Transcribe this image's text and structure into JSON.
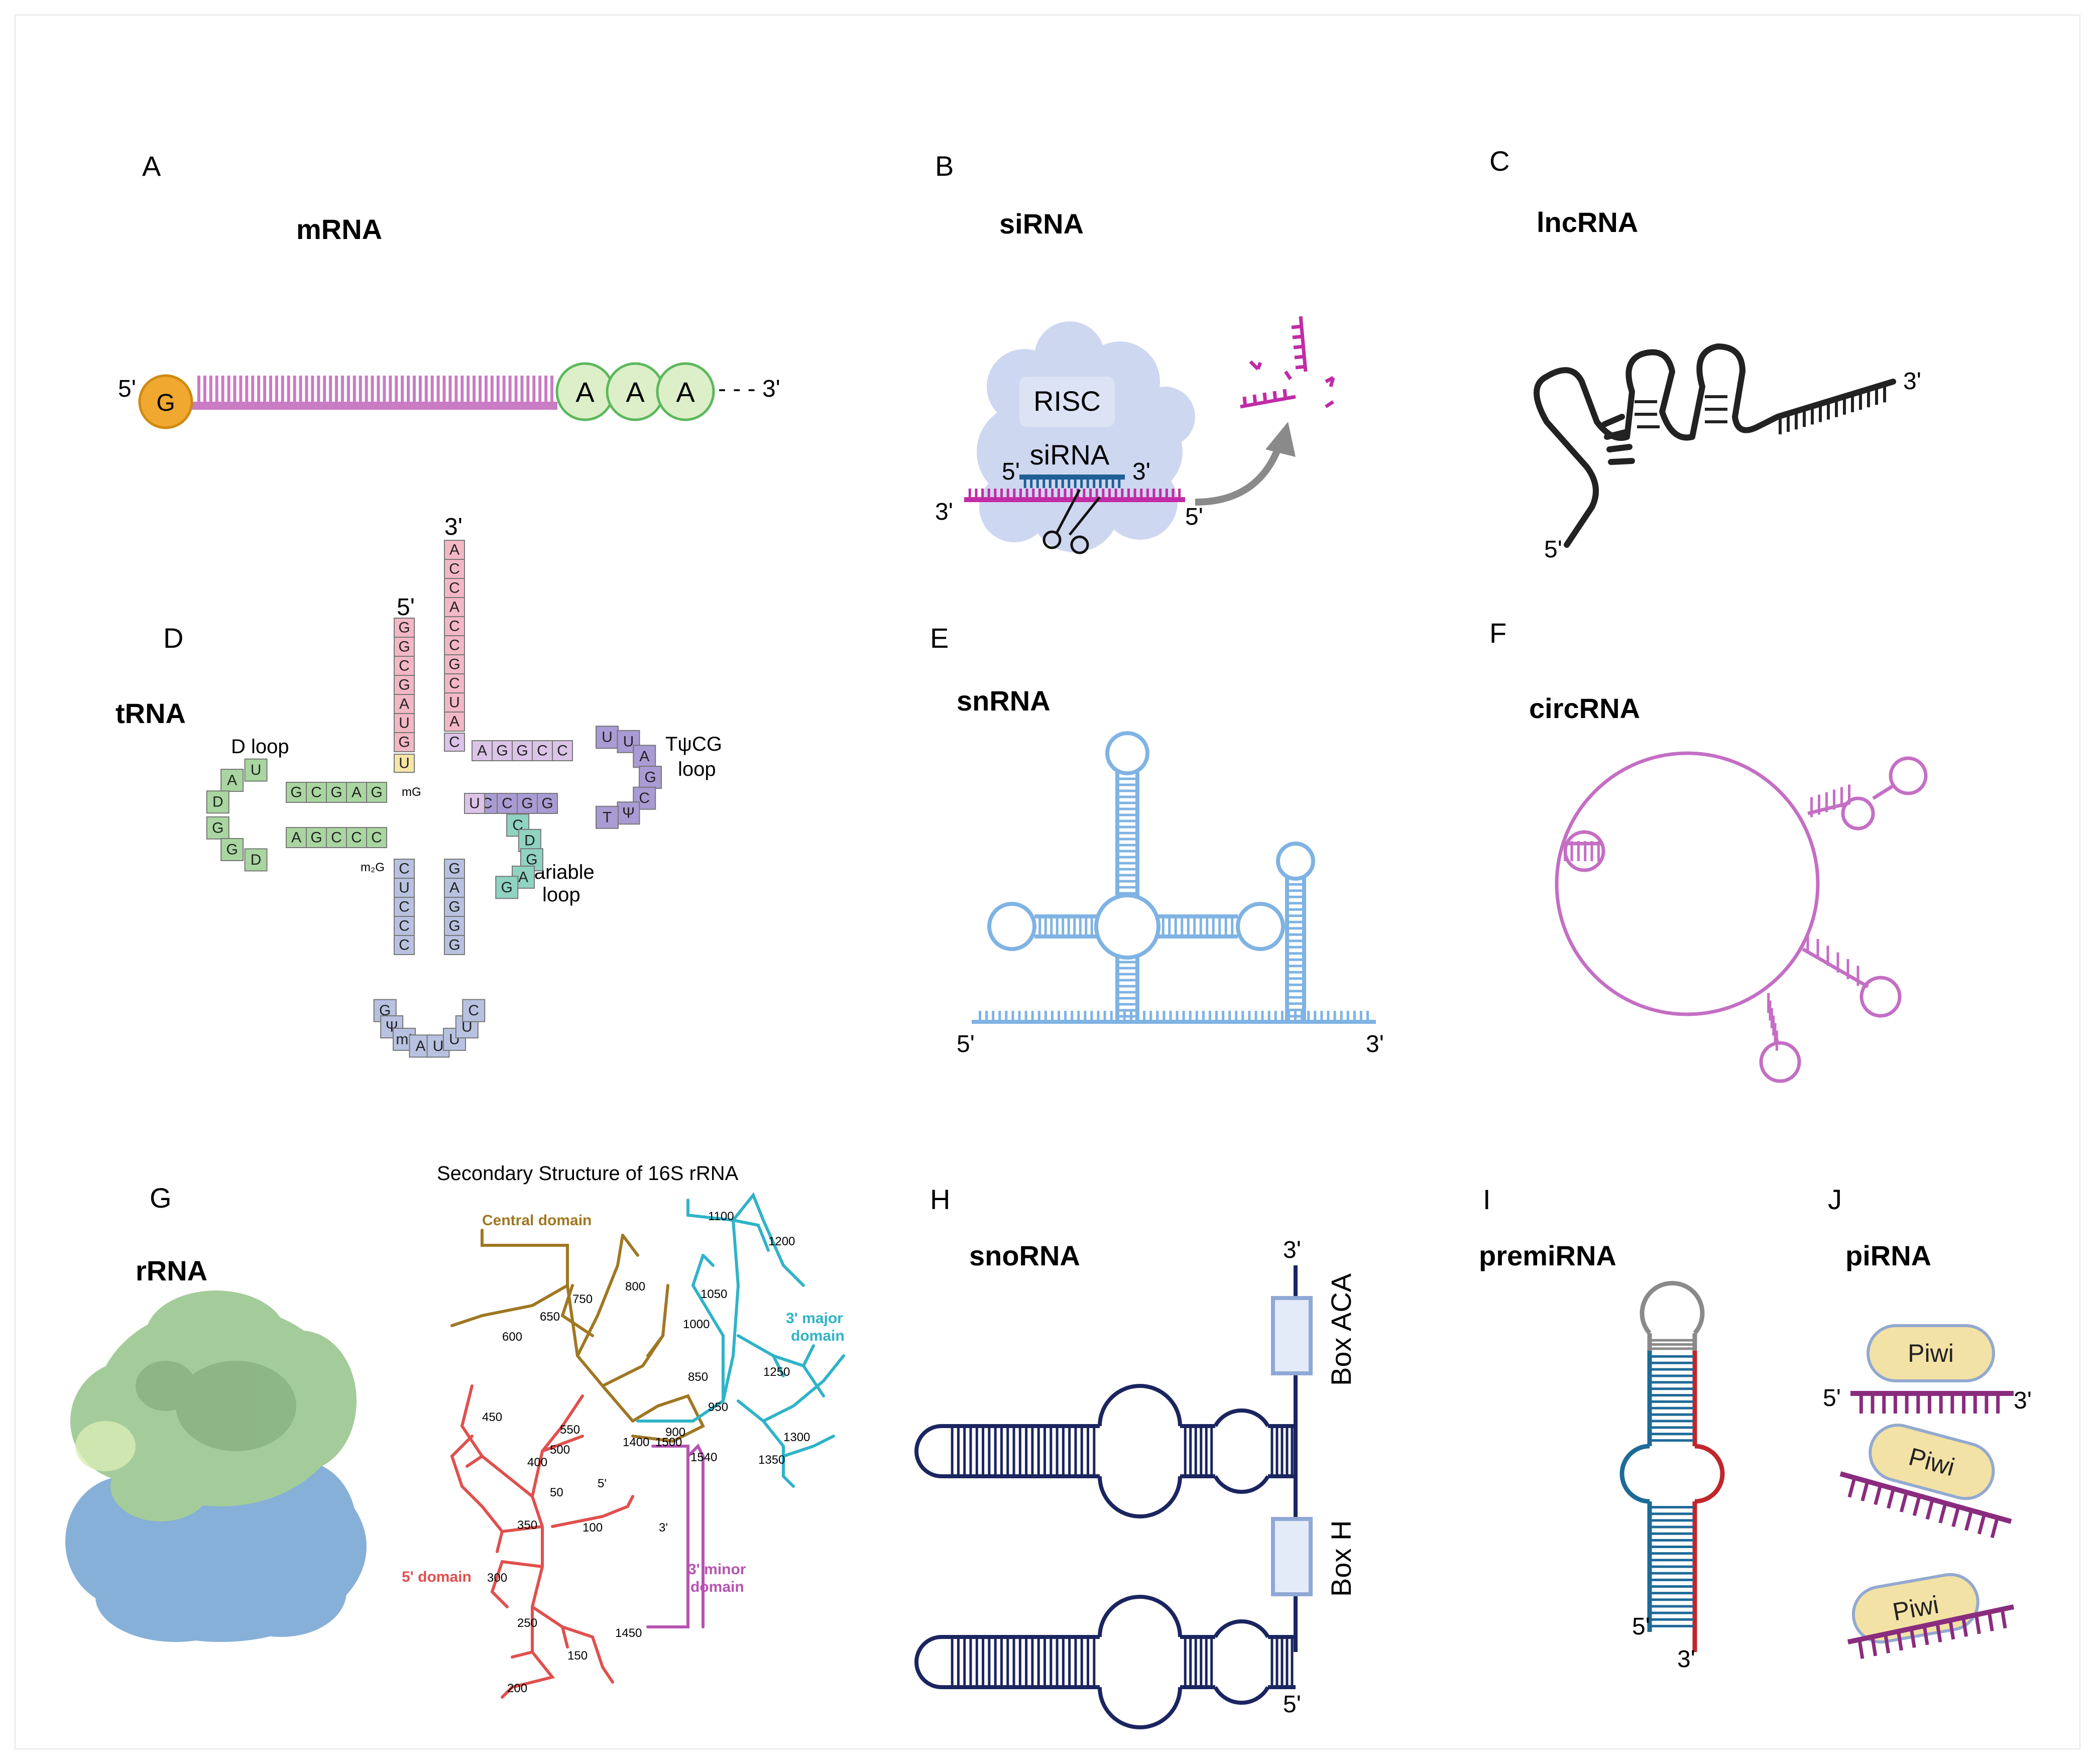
{
  "panels": {
    "A": {
      "letter": "A",
      "title": "mRNA",
      "five": "5'",
      "three": "- - -  3'",
      "cap": "G",
      "polyA": [
        "A",
        "A",
        "A"
      ]
    },
    "B": {
      "letter": "B",
      "title": "siRNA",
      "risc": "RISC",
      "sirna_label": "siRNA",
      "five_top": "5'",
      "three_top": "3'",
      "three_bottom": "3'",
      "five_bottom": "5'"
    },
    "C": {
      "letter": "C",
      "title": "lncRNA",
      "three": "3'",
      "five": "5'"
    },
    "D": {
      "letter": "D",
      "title": "tRNA",
      "three": "3'",
      "five": "5'",
      "d_loop": "D loop",
      "t_loop_1": "TψCG",
      "t_loop_2": "loop",
      "var_loop_1": "Variable",
      "var_loop_2": "loop",
      "mg": "mG",
      "m2g": "m₂G",
      "acceptor_3": [
        "A",
        "C",
        "C",
        "A",
        "C",
        "C",
        "G",
        "C",
        "U",
        "A"
      ],
      "acceptor_5": [
        "G",
        "G",
        "C",
        "G",
        "A",
        "U",
        "G"
      ],
      "d_arm_top": [
        "G",
        "C",
        "G",
        "A",
        "G"
      ],
      "d_arm_bot": [
        "A",
        "G",
        "C",
        "C",
        "C"
      ],
      "d_loop_nt": [
        "U",
        "A",
        "D",
        "G",
        "G",
        "D"
      ],
      "t_arm_top": [
        "A",
        "G",
        "G",
        "C",
        "C"
      ],
      "t_arm_bot": [
        "C",
        "C",
        "G",
        "G"
      ],
      "t_loop_nt": [
        "U",
        "U",
        "A",
        "G",
        "C",
        "Ψ",
        "T"
      ],
      "var_nt": [
        "C",
        "D",
        "G",
        "A",
        "G"
      ],
      "anti_left": [
        "C",
        "U",
        "C",
        "C",
        "C"
      ],
      "anti_right": [
        "G",
        "A",
        "G",
        "G",
        "G"
      ],
      "anti_loop_nt": [
        "C",
        "U",
        "U",
        "U",
        "A",
        "mI",
        "Ψ",
        "G"
      ],
      "extra_u": "U",
      "extra_c": "C",
      "extra_uc": "U"
    },
    "E": {
      "letter": "E",
      "title": "snRNA",
      "five": "5'",
      "three": "3'"
    },
    "F": {
      "letter": "F",
      "title": "circRNA"
    },
    "G": {
      "letter": "G",
      "title": "rRNA",
      "struct_title": "Secondary Structure of 16S rRNA",
      "central": "Central domain",
      "major_1": "3' major",
      "major_2": "domain",
      "five_domain": "5' domain",
      "minor_1": "3' minor",
      "minor_2": "domain",
      "nums": [
        "1100",
        "1200",
        "1050",
        "1000",
        "850",
        "950",
        "1250",
        "1300",
        "1350",
        "800",
        "750",
        "650",
        "600",
        "550",
        "900",
        "1400",
        "1500",
        "1540",
        "450",
        "400",
        "500",
        "50",
        "100",
        "350",
        "300",
        "250",
        "150",
        "200",
        "1450"
      ],
      "five_mark": "5'",
      "three_mark": "3'"
    },
    "H": {
      "letter": "H",
      "title": "snoRNA",
      "three": "3'",
      "five": "5'",
      "box_aca": "Box ACA",
      "box_h": "Box H"
    },
    "I": {
      "letter": "I",
      "title": "premiRNA",
      "five": "5'",
      "three": "3'"
    },
    "J": {
      "letter": "J",
      "title": "piRNA",
      "piwi": [
        "Piwi",
        "Piwi",
        "Piwi"
      ],
      "five": "5'",
      "three": "3'"
    }
  },
  "colors": {
    "mrna_strand": "#c97bc3",
    "cap": "#f0a830",
    "polya_fill": "#dcefc9",
    "polya_edge": "#5cb85c",
    "risc": "#c9d3ef",
    "sirna": "#1f5f95",
    "target": "#c12ca6",
    "arrow": "#8a8a8a",
    "lnc": "#222222",
    "sn": "#7fb3e3",
    "circ": "#c46ec4",
    "sno": "#1a2560",
    "mi_blue": "#1e6a98",
    "mi_red": "#c0262b",
    "mi_loop": "#8a8a8a",
    "pi": "#8a2c7e",
    "piwi": "#f3e2a6",
    "piwi_edge": "#93a9d0",
    "central": "#a07722",
    "major": "#2fb3c8",
    "five_dom": "#e0504e",
    "minor": "#b653b0",
    "trna_acc": "#f3b8c4",
    "trna_d": "#a9d6a0",
    "trna_t": "#a99bd3",
    "trna_var": "#8fd3c0",
    "trna_anti": "#b8c2e0",
    "trna_mix": "#dcc3e8",
    "trna_hinge": "#f6e6a6"
  }
}
